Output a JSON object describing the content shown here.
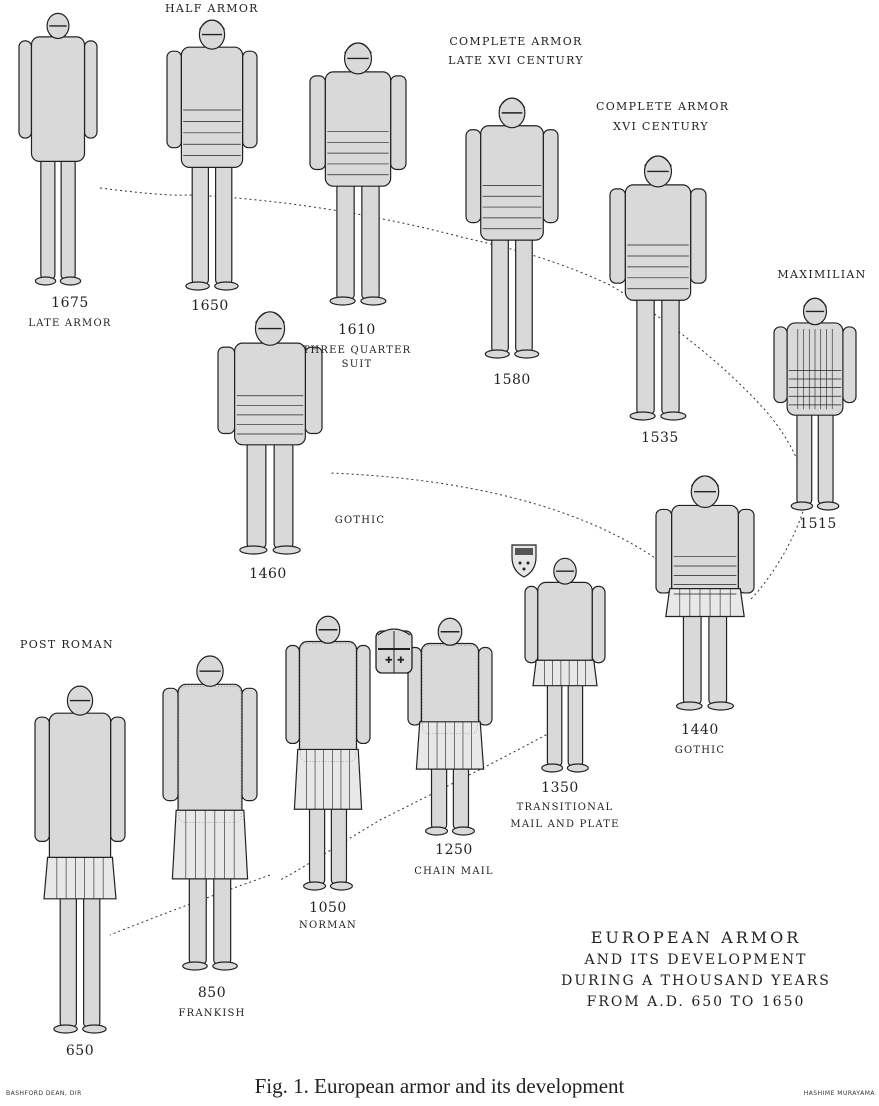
{
  "figures": [
    {
      "year": "1675",
      "style": "LATE ARMOR",
      "heading": ""
    },
    {
      "year": "1650",
      "style": "",
      "heading": "HALF ARMOR"
    },
    {
      "year": "1610",
      "style": "THREE QUARTER SUIT",
      "heading": ""
    },
    {
      "year": "1580",
      "style": "",
      "heading": "COMPLETE ARMOR LATE XVI CENTURY"
    },
    {
      "year": "1535",
      "style": "",
      "heading": "COMPLETE ARMOR XVI CENTURY"
    },
    {
      "year": "1515",
      "style": "",
      "heading": "MAXIMILIAN"
    },
    {
      "year": "1460",
      "style": "GOTHIC",
      "heading": ""
    },
    {
      "year": "1440",
      "style": "GOTHIC",
      "heading": ""
    },
    {
      "year": "1350",
      "style": "TRANSITIONAL MAIL AND PLATE",
      "heading": ""
    },
    {
      "year": "1250",
      "style": "CHAIN MAIL",
      "heading": ""
    },
    {
      "year": "1050",
      "style": "NORMAN",
      "heading": ""
    },
    {
      "year": "850",
      "style": "FRANKISH",
      "heading": ""
    },
    {
      "year": "650",
      "style": "",
      "heading": "POST ROMAN"
    }
  ],
  "labels": {
    "heading_half_armor": "HALF ARMOR",
    "heading_complete_late_1": "COMPLETE ARMOR",
    "heading_complete_late_2": "LATE XVI CENTURY",
    "heading_complete_xvi_1": "COMPLETE ARMOR",
    "heading_complete_xvi_2": "XVI CENTURY",
    "heading_maximilian": "MAXIMILIAN",
    "heading_post_roman": "POST ROMAN",
    "year_1675": "1675",
    "style_1675": "LATE ARMOR",
    "year_1650": "1650",
    "year_1610": "1610",
    "style_1610_1": "THREE QUARTER",
    "style_1610_2": "SUIT",
    "year_1580": "1580",
    "year_1535": "1535",
    "year_1515": "1515",
    "year_1460": "1460",
    "style_1460": "GOTHIC",
    "year_1440": "1440",
    "style_1440": "GOTHIC",
    "year_1350": "1350",
    "style_1350_1": "TRANSITIONAL",
    "style_1350_2": "MAIL AND PLATE",
    "year_1250": "1250",
    "style_1250": "CHAIN MAIL",
    "year_1050": "1050",
    "style_1050": "NORMAN",
    "year_850": "850",
    "style_850": "FRANKISH",
    "year_650": "650"
  },
  "title": {
    "line1": "EUROPEAN ARMOR",
    "line2": "AND ITS DEVELOPMENT",
    "line3": "DURING A THOUSAND YEARS",
    "line4": "FROM A.D. 650 TO 1650"
  },
  "caption": "Fig. 1.   European armor and its development",
  "credits": {
    "left": "BASHFORD DEAN, DIR",
    "right": "HASHIME MURAYAMA"
  },
  "colors": {
    "ink": "#222222",
    "paper": "#ffffff",
    "fill": "#d9d9d9"
  }
}
